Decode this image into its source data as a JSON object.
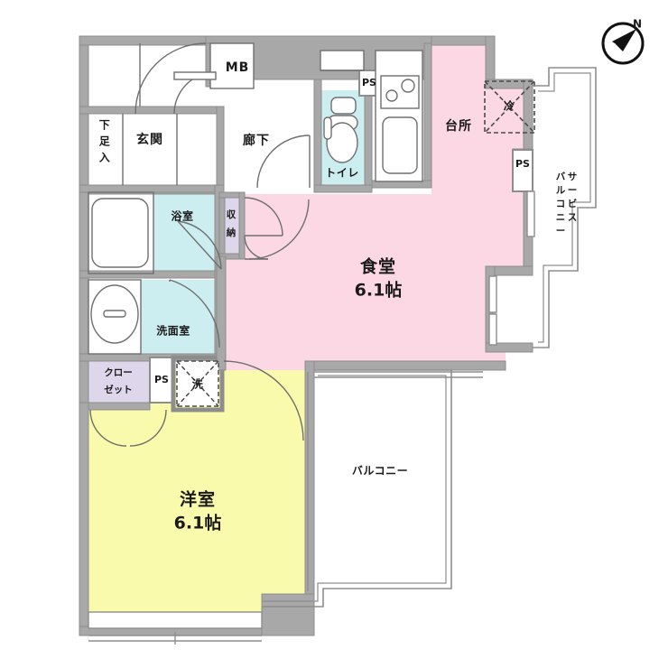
{
  "document": {
    "type": "japanese-apartment-floor-plan",
    "title": "間取り図"
  },
  "colors": {
    "wall": "#a8a8a8",
    "wall_stroke": "#8d8d8d",
    "thin_line": "#6f6f6f",
    "dining_pink": "#fbd8e4",
    "bedroom_yellow": "#fafaad",
    "wet_cyan": "#cdeef0",
    "closet_purple": "#ded7ec",
    "white": "#ffffff",
    "text": "#1a1a1a"
  },
  "compass": {
    "name": "north-arrow",
    "label": "N"
  },
  "rooms": [
    {
      "id": "genkan",
      "label": "玄関",
      "area": "",
      "fill": "white"
    },
    {
      "id": "getabako",
      "label": "下足入",
      "area": "",
      "fill": "white"
    },
    {
      "id": "rouka",
      "label": "廊下",
      "area": "",
      "fill": "white"
    },
    {
      "id": "toilet",
      "label": "トイレ",
      "area": "",
      "fill": "cyan"
    },
    {
      "id": "kitchen",
      "label": "台所",
      "area": "",
      "fill": "pink"
    },
    {
      "id": "dining",
      "label": "食堂",
      "area": "6.1帖",
      "fill": "pink"
    },
    {
      "id": "yoshitsu",
      "label": "洋室",
      "area": "6.1帖",
      "fill": "yellow"
    },
    {
      "id": "yokushitsu",
      "label": "浴室",
      "area": "",
      "fill": "cyan"
    },
    {
      "id": "senmenshitsu",
      "label": "洗面室",
      "area": "",
      "fill": "cyan"
    },
    {
      "id": "closet",
      "label1": "クロー",
      "label2": "ゼット",
      "area": "",
      "fill": "purple"
    },
    {
      "id": "shuno",
      "label": "収納",
      "area": "",
      "fill": "purple"
    },
    {
      "id": "balcony",
      "label": "バルコニー",
      "area": "",
      "fill": "white"
    },
    {
      "id": "service_balcony",
      "label": "サービスバルコニー",
      "area": "",
      "fill": "white"
    }
  ],
  "labels": {
    "genkan": "玄関",
    "getabako": "下足入",
    "getabako_ch": [
      "下",
      "足",
      "入"
    ],
    "rouka": "廊下",
    "mb": "MB",
    "toilet": "トイレ",
    "ps_toilet": "PS",
    "ps_kitchen": "PS",
    "ps_washer": "PS",
    "kitchen": "台所",
    "fridge": "冷",
    "dining": "食堂",
    "dining_area": "6.1帖",
    "bedroom": "洋室",
    "bedroom_area": "6.1帖",
    "bath": "浴室",
    "washroom": "洗面室",
    "closet_line1": "クロー",
    "closet_line2": "ゼット",
    "storage": "収納",
    "washer": "洗",
    "balcony": "バルコニー",
    "service_balcony": "サービスバルコニー"
  },
  "fixtures": [
    {
      "name": "bathtub",
      "room": "yokushitsu"
    },
    {
      "name": "toilet-bowl",
      "room": "toilet"
    },
    {
      "name": "sink-basin",
      "room": "senmenshitsu"
    },
    {
      "name": "kitchen-sink",
      "room": "kitchen"
    },
    {
      "name": "gas-stove",
      "room": "kitchen"
    },
    {
      "name": "refrigerator-space",
      "room": "kitchen"
    },
    {
      "name": "washing-machine-space",
      "room": "senmenshitsu"
    }
  ]
}
